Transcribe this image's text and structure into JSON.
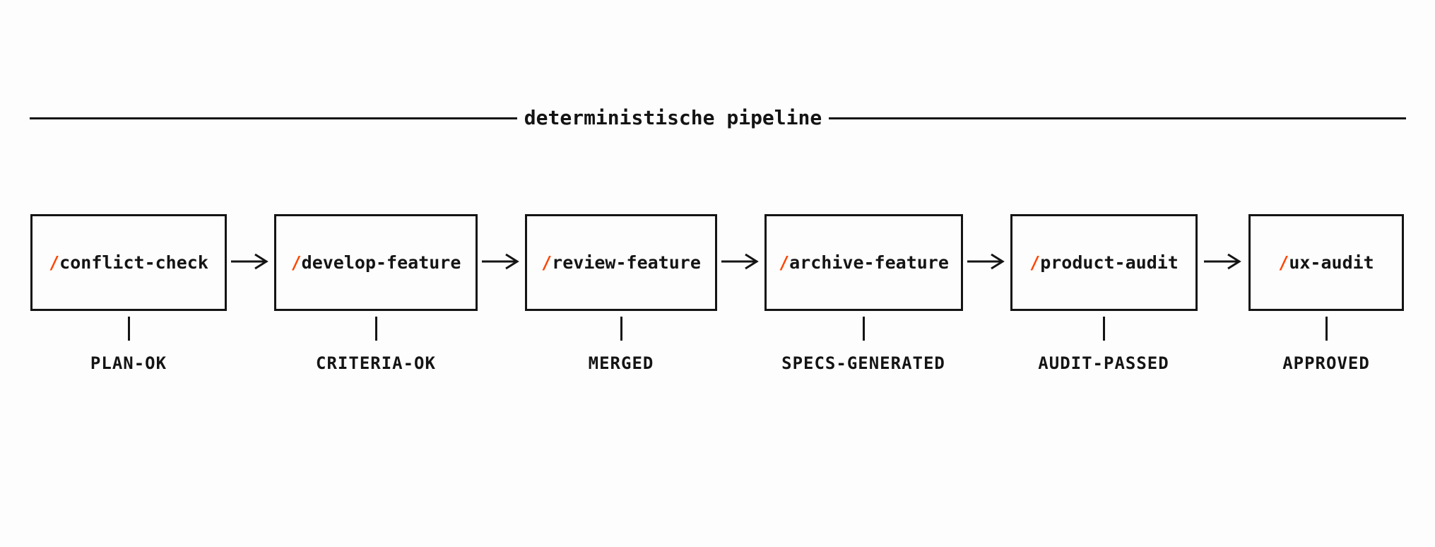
{
  "title": "deterministische pipeline",
  "colors": {
    "ink": "#141414",
    "accent_slash": "#ff4500",
    "background": "#fdfdfd"
  },
  "stages": [
    {
      "slash": "/",
      "command": "conflict-check",
      "status": "PLAN-OK"
    },
    {
      "slash": "/",
      "command": "develop-feature",
      "status": "CRITERIA-OK"
    },
    {
      "slash": "/",
      "command": "review-feature",
      "status": "MERGED"
    },
    {
      "slash": "/",
      "command": "archive-feature",
      "status": "SPECS-GENERATED"
    },
    {
      "slash": "/",
      "command": "product-audit",
      "status": "AUDIT-PASSED"
    },
    {
      "slash": "/",
      "command": "ux-audit",
      "status": "APPROVED"
    }
  ]
}
